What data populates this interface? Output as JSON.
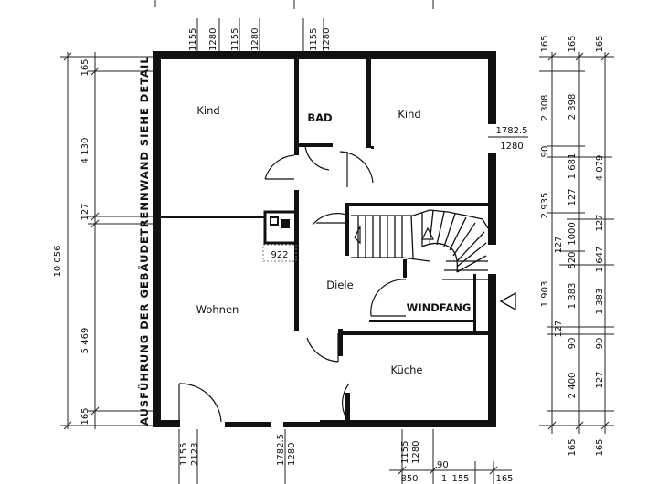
{
  "rooms": {
    "kind_left": "Kind",
    "bad": "BAD",
    "kind_right": "Kind",
    "wohnen": "Wohnen",
    "diele": "Diele",
    "windfang": "WINDFANG",
    "kueche": "Küche"
  },
  "wall_note": "AUSFÜHRUNG DER GEBÄUDETRENNWAND SIEHE DETAIL",
  "chimney_label": "922",
  "window_right": {
    "top": "1782.5",
    "bottom": "1280"
  },
  "dims_top": {
    "a1": "1155",
    "a2": "1280",
    "b1": "1155",
    "b2": "1280",
    "c1": "1155",
    "c2": "1280"
  },
  "dims_bottom": {
    "a1": "1155",
    "a2": "2123",
    "b1": "1782.5",
    "b2": "1280",
    "c1": "1155",
    "c2": "1280",
    "c3": "90",
    "row": [
      "850",
      "1",
      "155",
      "165"
    ]
  },
  "dims_left": {
    "total": "10 056",
    "top_margin": "165",
    "upper": "4 130",
    "wall": "127",
    "lower": "5 469",
    "bottom_margin": "165"
  },
  "dims_right_inner": [
    "2 308",
    "90",
    "2 935",
    "127",
    "1000",
    "520",
    "1 383",
    "90",
    "2 400"
  ],
  "dims_right_mid": [
    "2 398",
    "1 681",
    "127",
    "1 647",
    "127",
    "1 383",
    "90"
  ],
  "dims_right_outer": [
    "4 079",
    "1 903"
  ],
  "dims_right_small": [
    "127",
    "127"
  ],
  "dims_right_top": [
    "165",
    "165",
    "165"
  ],
  "dims_right_bottom": [
    "165",
    "165"
  ]
}
